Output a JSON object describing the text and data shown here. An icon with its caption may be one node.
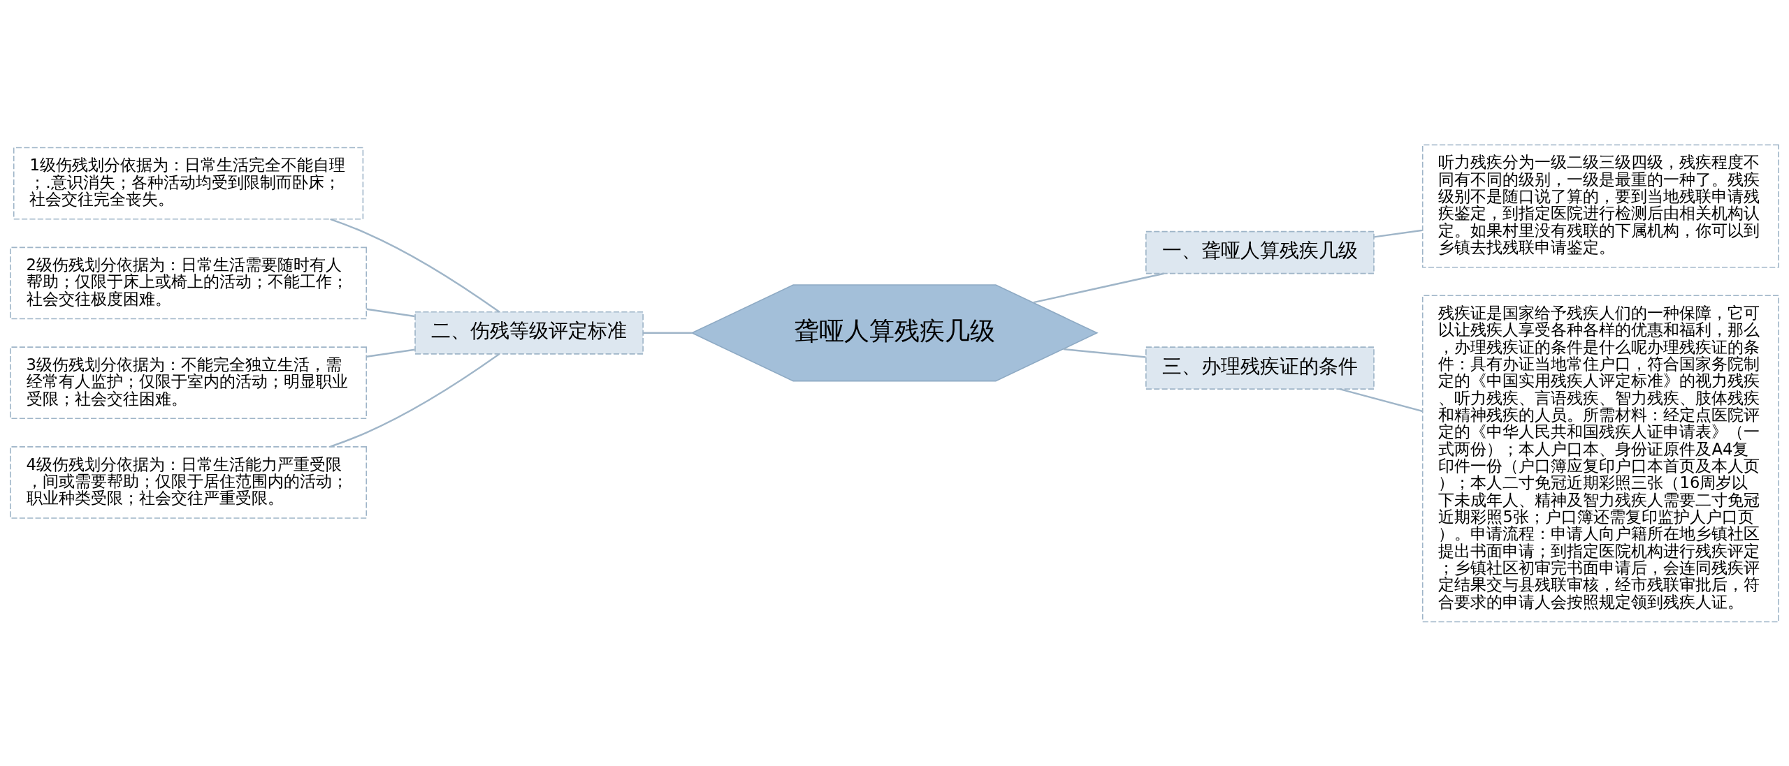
{
  "diagram": {
    "nodes": [
      {
        "text": [
          "聋哑人算残疾几级"
        ]
      },
      {
        "text": [
          "一、聋哑人算残疾几级"
        ]
      },
      {
        "text": [
          "听力残疾分为一级二级三级四级，残疾程度不同有不同的级别，一级是最重的一种了。残疾级别不是随口说了算的，要到当地残联申请残疾鉴定，到指定医院进行检测后由相关机构认定。如果村里没有残联的下属机构，你可以到乡镇去找残联申请鉴定。"
        ]
      },
      {
        "text": [
          "二、伤残等级评定标准"
        ]
      },
      {
        "text": [
          "1级伤残划分依据为：日常生活完全不能自理；.意识消失；各种活动均受到限制而卧床；社会交往完全丧失。"
        ]
      },
      {
        "text": [
          "2级伤残划分依据为：日常生活需要随时有人帮助；仅限于床上或椅上的活动；不能工作；社会交往极度困难。"
        ]
      },
      {
        "text": [
          "3级伤残划分依据为：不能完全独立生活，需经常有人监护；仅限于室内的活动；明显职业受限；社会交往困难。"
        ]
      },
      {
        "text": [
          "4级伤残划分依据为：日常生活能力严重受限，间或需要帮助；仅限于居住范围内的活动；职业种类受限；社会交往严重受限。"
        ]
      },
      {
        "text": [
          "三、办理残疾证的条件"
        ]
      },
      {
        "text": [
          "残疾证是国家给予残疾人们的一种保障，它可以让残疾人享受各种各样的优惠和福利，那么，办理残疾证的条件是什么呢办理残疾证的条件：具有办证当地常住户口，符合国家务院制定的《中国实用残疾人评定标准》的视力残疾、听力残疾、言语残疾、智力残疾、肢体残疾和精神残疾的人员。所需材料：经定点医院评定的《中华人民共和国残疾人证申请表》（一式两份）；本人户口本、身份证原件及A4复印件一份（户口簿应复印户口本首页及本人页）；本人二寸免冠近期彩照三张（16周岁以下未成年人、精神及智力残疾人需要二寸免冠近期彩照5张；户口簿还需复印监护人户口页）。申请流程：申请人向户籍所在地乡镇社区提出书面申请；到指定医院机构进行残疾评定；乡镇社区初审完书面申请后，会连同残疾评定结果交与县残联审核，经市残联审批后，符合要求的申请人会按照规定领到残疾人证。"
        ]
      }
    ],
    "edges": [
      {
        "from": 0,
        "to": 1,
        "arrow": "none"
      },
      {
        "from": 1,
        "to": 2,
        "arrow": "none"
      },
      {
        "from": 4,
        "to": 3,
        "arrow": "none"
      },
      {
        "from": 5,
        "to": 3,
        "arrow": "none"
      },
      {
        "from": 6,
        "to": 3,
        "arrow": "none"
      },
      {
        "from": 7,
        "to": 3,
        "arrow": "none"
      },
      {
        "from": 3,
        "to": 0,
        "arrow": "none"
      },
      {
        "from": 0,
        "to": 8,
        "arrow": "none"
      },
      {
        "from": 8,
        "to": 9,
        "arrow": "none"
      }
    ]
  }
}
